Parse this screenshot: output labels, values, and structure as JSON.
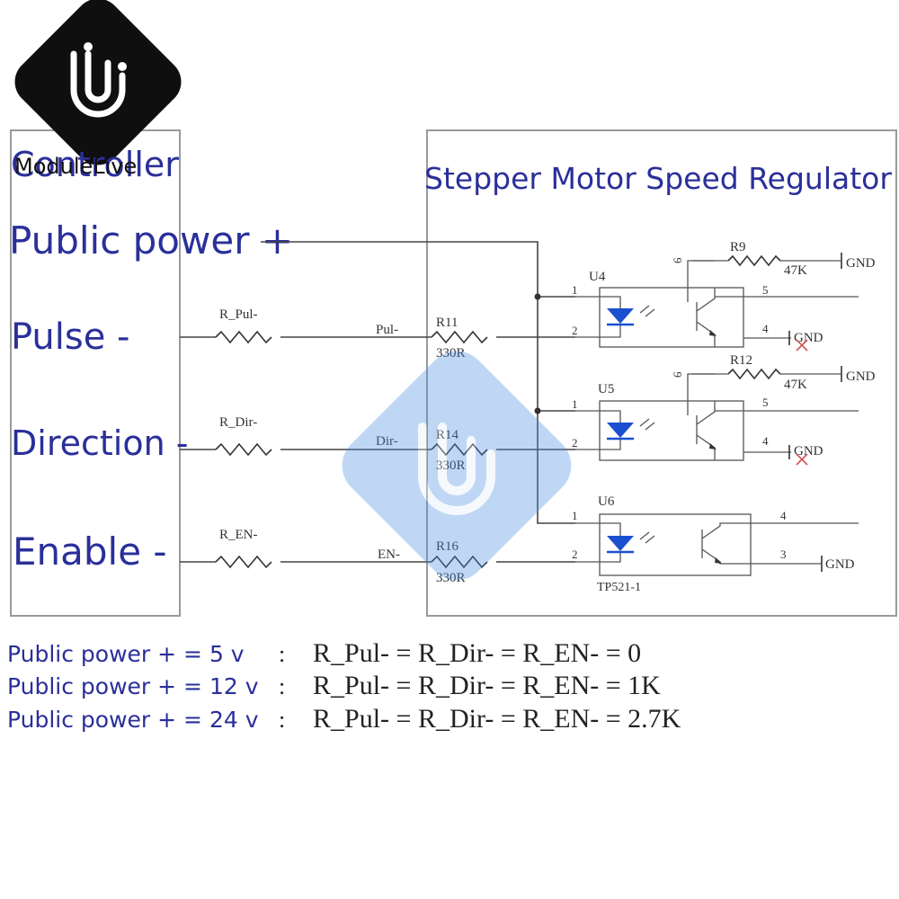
{
  "logo": {
    "brand": "ModuleLive"
  },
  "controller": {
    "title": "Controller",
    "public_power": "Public power  +",
    "pulse": "Pulse  -",
    "direction": "Direction -",
    "enable": "Enable  -"
  },
  "regulator": {
    "title": "Stepper Motor Speed Regulator"
  },
  "resistors": {
    "r_pul": "R_Pul-",
    "r_dir": "R_Dir-",
    "r_en": "R_EN-",
    "r11": "R11",
    "r14": "R14",
    "r16": "R16",
    "r11_val": "330R",
    "r14_val": "330R",
    "r16_val": "330R",
    "r9": "R9",
    "r12": "R12",
    "r9_val": "47K",
    "r12_val": "47K"
  },
  "nets": {
    "pul": "Pul-",
    "dir": "Dir-",
    "en": "EN-",
    "gnd": "GND"
  },
  "opto": {
    "u4": "U4",
    "u5": "U5",
    "u6": "U6",
    "part": "TP521-1",
    "pin1": "1",
    "pin2": "2",
    "pin3": "3",
    "pin4": "4",
    "pin5": "5",
    "pin6": "6"
  },
  "notes": [
    {
      "condition": "Public power + = 5 v",
      "sep": ":",
      "values": "R_Pul- = R_Dir- = R_EN- = 0"
    },
    {
      "condition": "Public power + = 12 v",
      "sep": ":",
      "values": "R_Pul- = R_Dir- = R_EN- = 1K"
    },
    {
      "condition": "Public power + = 24 v",
      "sep": ":",
      "values": "R_Pul- = R_Dir- = R_EN- = 2.7K"
    }
  ],
  "colors": {
    "label_blue": "#2a2f9a",
    "led_blue": "#1a4fd0",
    "watermark": "#4a90e2"
  }
}
